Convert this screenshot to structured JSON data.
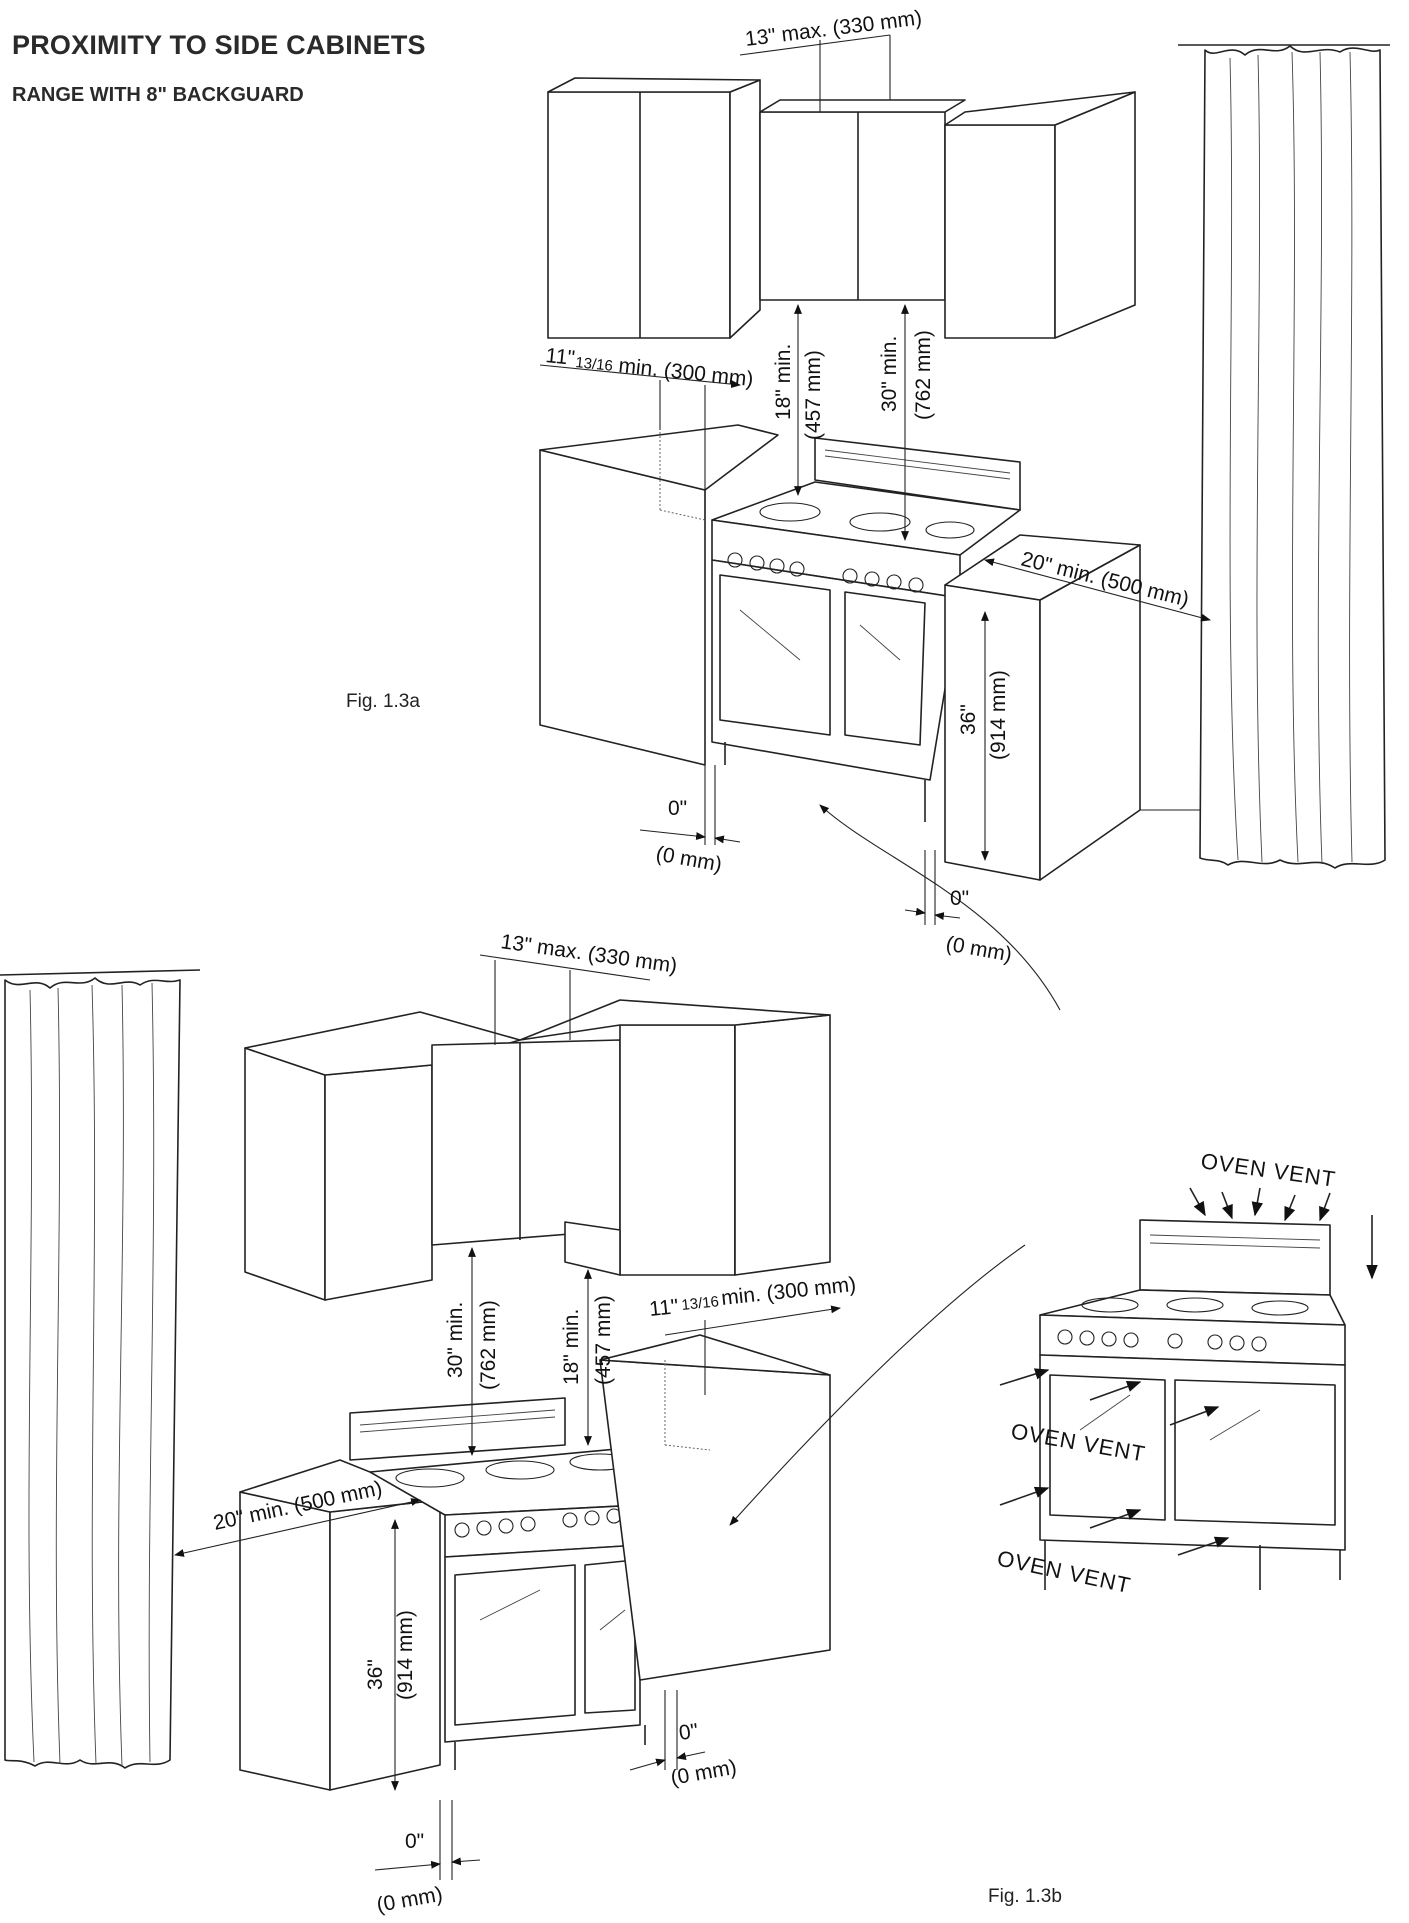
{
  "heading": "PROXIMITY TO SIDE CABINETS",
  "subheading": "RANGE WITH 8\" BACKGUARD",
  "figures": {
    "fig_a": "Fig. 1.3a",
    "fig_b": "Fig. 1.3b"
  },
  "dimensions_a": {
    "top_max": "13\" max. (330 mm)",
    "side_min_in": "11\"",
    "side_min_frac": "13/16",
    "side_min_rest": "min. (300 mm)",
    "v18_in": "18\" min.",
    "v18_mm": "(457 mm)",
    "v30_in": "30\" min.",
    "v30_mm": "(762 mm)",
    "curtain_min": "20\" min. (500 mm)",
    "h36_in": "36\"",
    "h36_mm": "(914 mm)",
    "gap_left_in": "0\"",
    "gap_left_mm": "(0 mm)",
    "gap_right_in": "0\"",
    "gap_right_mm": "(0 mm)"
  },
  "dimensions_b": {
    "top_max": "13\" max. (330 mm)",
    "v30_in": "30\" min.",
    "v30_mm": "(762 mm)",
    "v18_in": "18\" min.",
    "v18_mm": "(457 mm)",
    "side_min_in": "11\"",
    "side_min_frac": "13/16",
    "side_min_rest": "min. (300 mm)",
    "curtain_min": "20\" min. (500 mm)",
    "h36_in": "36\"",
    "h36_mm": "(914 mm)",
    "gap_left_in": "0\"",
    "gap_left_mm": "(0 mm)",
    "gap_right_in": "0\"",
    "gap_right_mm": "(0 mm)"
  },
  "vent_labels": {
    "top": "OVEN VENT",
    "middle": "OVEN VENT",
    "bottom": "OVEN VENT"
  },
  "colors": {
    "line": "#222222",
    "background": "#ffffff"
  }
}
